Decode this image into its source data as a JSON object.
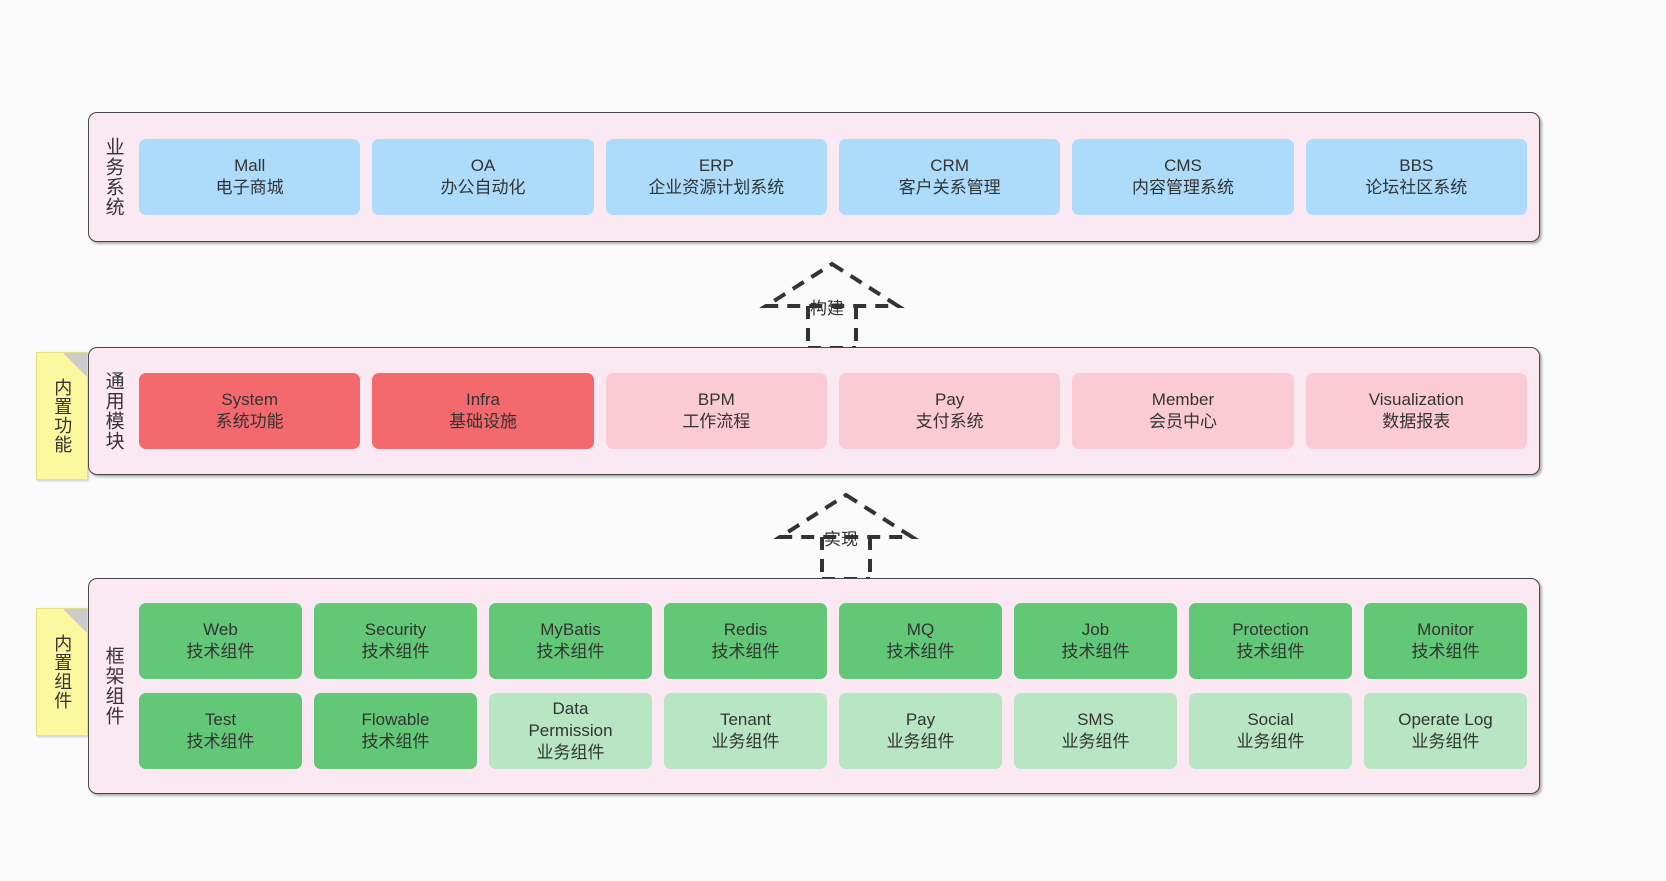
{
  "diagram": {
    "background_color": "#fafafa",
    "panel_background": "#fafafa",
    "layer_fill": "#fae9f2",
    "layer_border": "#474747"
  },
  "layers": [
    {
      "id": "business-systems",
      "title": "业务系统",
      "rows": [
        {
          "cells": [
            {
              "name": "Mall",
              "desc": "电子商城",
              "color": "#addcfb",
              "tone": "c-blue"
            },
            {
              "name": "OA",
              "desc": "办公自动化",
              "color": "#addcfb",
              "tone": "c-blue"
            },
            {
              "name": "ERP",
              "desc": "企业资源计划系统",
              "color": "#addcfb",
              "tone": "c-blue"
            },
            {
              "name": "CRM",
              "desc": "客户关系管理",
              "color": "#addcfb",
              "tone": "c-blue"
            },
            {
              "name": "CMS",
              "desc": "内容管理系统",
              "color": "#addcfb",
              "tone": "c-blue"
            },
            {
              "name": "BBS",
              "desc": "论坛社区系统",
              "color": "#addcfb",
              "tone": "c-blue"
            }
          ]
        }
      ]
    },
    {
      "id": "common-modules",
      "title": "通用模块",
      "sticky": "内置功能",
      "rows": [
        {
          "cells": [
            {
              "name": "System",
              "desc": "系统功能",
              "color": "#f4696e",
              "tone": "c-red"
            },
            {
              "name": "Infra",
              "desc": "基础设施",
              "color": "#f4696e",
              "tone": "c-red"
            },
            {
              "name": "BPM",
              "desc": "工作流程",
              "color": "#fbcbd5",
              "tone": "c-pink"
            },
            {
              "name": "Pay",
              "desc": "支付系统",
              "color": "#fbcbd5",
              "tone": "c-pink"
            },
            {
              "name": "Member",
              "desc": "会员中心",
              "color": "#fbcbd5",
              "tone": "c-pink"
            },
            {
              "name": "Visualization",
              "desc": "数据报表",
              "color": "#fbcbd5",
              "tone": "c-pink"
            }
          ]
        }
      ]
    },
    {
      "id": "framework-components",
      "title": "框架组件",
      "sticky": "内置组件",
      "rows": [
        {
          "cells": [
            {
              "name": "Web",
              "desc": "技术组件",
              "color": "#62c878",
              "tone": "c-green"
            },
            {
              "name": "Security",
              "desc": "技术组件",
              "color": "#62c878",
              "tone": "c-green"
            },
            {
              "name": "MyBatis",
              "desc": "技术组件",
              "color": "#62c878",
              "tone": "c-green"
            },
            {
              "name": "Redis",
              "desc": "技术组件",
              "color": "#62c878",
              "tone": "c-green"
            },
            {
              "name": "MQ",
              "desc": "技术组件",
              "color": "#62c878",
              "tone": "c-green"
            },
            {
              "name": "Job",
              "desc": "技术组件",
              "color": "#62c878",
              "tone": "c-green"
            },
            {
              "name": "Protection",
              "desc": "技术组件",
              "color": "#62c878",
              "tone": "c-green"
            },
            {
              "name": "Monitor",
              "desc": "技术组件",
              "color": "#62c878",
              "tone": "c-green"
            }
          ]
        },
        {
          "cells": [
            {
              "name": "Test",
              "desc": "技术组件",
              "color": "#62c878",
              "tone": "c-green"
            },
            {
              "name": "Flowable",
              "desc": "技术组件",
              "color": "#62c878",
              "tone": "c-green"
            },
            {
              "name": "Data Permission",
              "desc": "业务组件",
              "color": "#b8e5c2",
              "tone": "c-lightgreen"
            },
            {
              "name": "Tenant",
              "desc": "业务组件",
              "color": "#b8e5c2",
              "tone": "c-lightgreen"
            },
            {
              "name": "Pay",
              "desc": "业务组件",
              "color": "#b8e5c2",
              "tone": "c-lightgreen"
            },
            {
              "name": "SMS",
              "desc": "业务组件",
              "color": "#b8e5c2",
              "tone": "c-lightgreen"
            },
            {
              "name": "Social",
              "desc": "业务组件",
              "color": "#b8e5c2",
              "tone": "c-lightgreen"
            },
            {
              "name": "Operate Log",
              "desc": "业务组件",
              "color": "#b8e5c2",
              "tone": "c-lightgreen"
            }
          ]
        }
      ]
    }
  ],
  "connectors": [
    {
      "id": "build",
      "label": "构建",
      "from": "common-modules",
      "to": "business-systems"
    },
    {
      "id": "implement",
      "label": "实现",
      "from": "framework-components",
      "to": "common-modules"
    }
  ]
}
